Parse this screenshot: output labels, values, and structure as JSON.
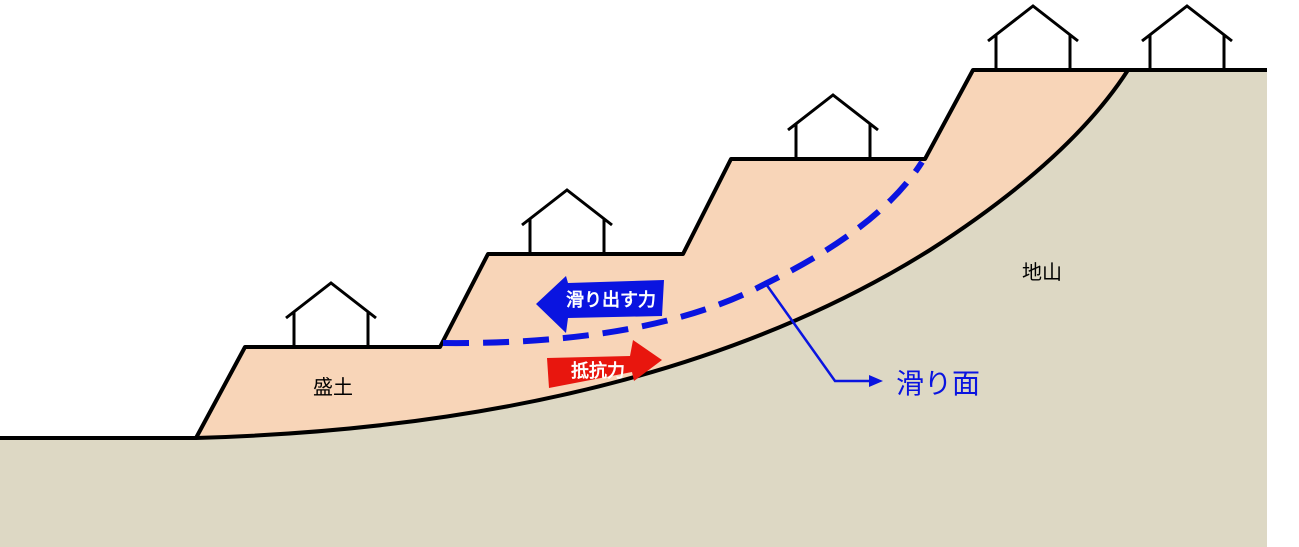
{
  "labels": {
    "fill": "盛土",
    "ground": "地山",
    "driving_force": "滑り出す力",
    "resisting_force": "抵抗力",
    "slip_surface": "滑り面"
  },
  "colors": {
    "fill": "#f8d5b8",
    "ground": "#ddd8c4",
    "slip_line": "#0a14e0",
    "driving_arrow": "#0a14e0",
    "resisting_arrow": "#e8160e",
    "outline": "#000000"
  },
  "houses": [
    {
      "name": "house-1"
    },
    {
      "name": "house-2"
    },
    {
      "name": "house-3"
    },
    {
      "name": "house-4"
    },
    {
      "name": "house-5"
    }
  ]
}
